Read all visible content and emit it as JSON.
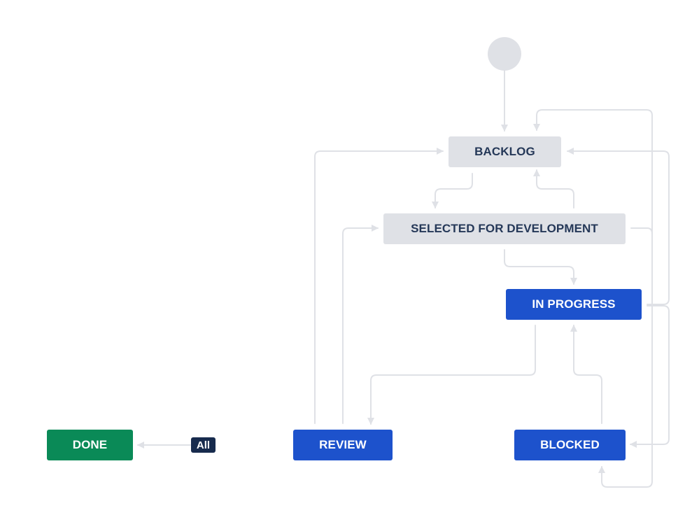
{
  "statuses": {
    "backlog": "BACKLOG",
    "selected": "SELECTED FOR DEVELOPMENT",
    "in_progress": "IN PROGRESS",
    "review": "REVIEW",
    "blocked": "BLOCKED",
    "done": "DONE"
  },
  "global_transition": {
    "label": "All"
  },
  "colors": {
    "todo": "#dfe1e6",
    "in_progress": "#1d52cc",
    "done": "#0a8a57",
    "badge": "#172b4d",
    "edge": "#dfe1e6"
  }
}
